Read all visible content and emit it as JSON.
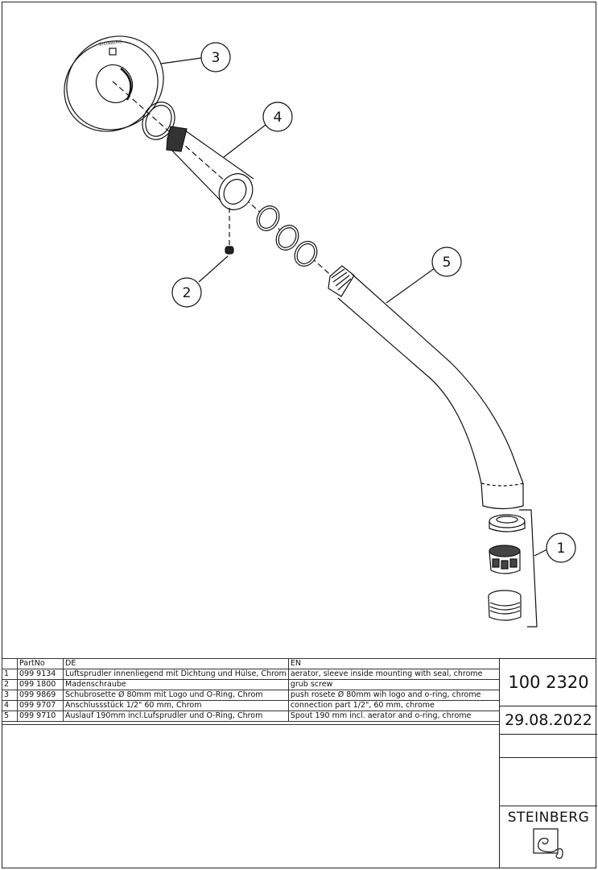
{
  "drawing": {
    "balloons": [
      "1",
      "2",
      "3",
      "4",
      "5"
    ],
    "rosette_logo_text": "STEINBERG"
  },
  "parts_table": {
    "headers": [
      "",
      "PartNo",
      "DE",
      "EN"
    ],
    "rows": [
      {
        "pos": "1",
        "part_no": "099 9134",
        "de": "Luftsprudler innenliegend mit Dichtung und Hülse, Chrom",
        "en": "aerator, sleeve inside mounting with seal, chrome"
      },
      {
        "pos": "2",
        "part_no": "099 1800",
        "de": "Madenschraube",
        "en": "grub screw"
      },
      {
        "pos": "3",
        "part_no": "099 9869",
        "de": "Schubrosette Ø 80mm mit Logo und O-Ring, Chrom",
        "en": "push rosete Ø 80mm wih logo and o-ring, chrome"
      },
      {
        "pos": "4",
        "part_no": "099 9707",
        "de": "Anschlussstück 1/2\" 60 mm, Chrom",
        "en": "connection part 1/2\", 60 mm, chrome"
      },
      {
        "pos": "5",
        "part_no": "099 9710",
        "de": "Auslauf 190mm incl.Lufsprudler und O-Ring, Chrom",
        "en": "Spout 190 mm incl. aerator and o-ring, chrome"
      }
    ]
  },
  "title_block": {
    "article_number": "100 2320",
    "date": "29.08.2022",
    "brand": "STEINBERG"
  }
}
